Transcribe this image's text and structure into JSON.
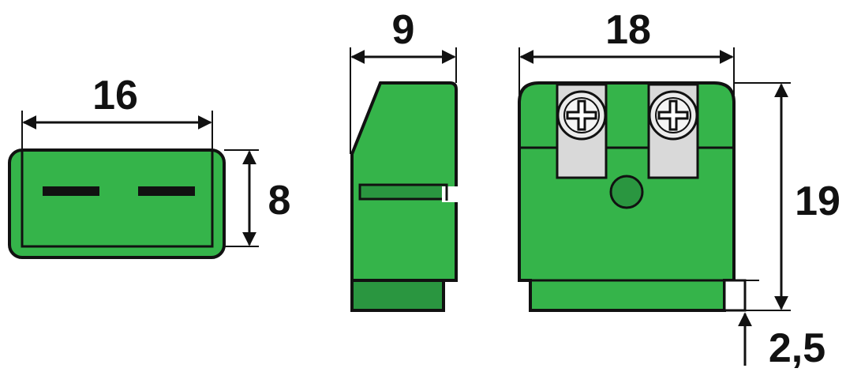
{
  "views": {
    "front_view": {
      "width_label": "16",
      "height_label": "8"
    },
    "side_view": {
      "width_label": "9"
    },
    "rear_view": {
      "width_label": "18",
      "height_label": "19",
      "step_label": "2,5"
    }
  },
  "colors": {
    "body_green": "#35b44a",
    "dark_green": "#2a9640",
    "outline": "#111111",
    "terminal_gray": "#d9d9d9",
    "background": "#ffffff"
  },
  "icons": [
    "phillips-screw-icon",
    "phillips-screw-icon"
  ]
}
